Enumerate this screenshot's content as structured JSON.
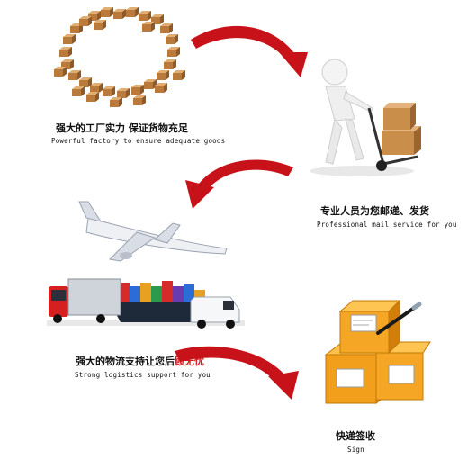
{
  "steps": [
    {
      "cn": "强大的工厂实力 保证货物充足",
      "en": "Powerful factory to ensure adequate goods"
    },
    {
      "cn": "专业人员为您邮递、发货",
      "en": "Professional mail service for you"
    },
    {
      "cn_main": "强大的物流支持让您后",
      "cn_highlight": "顾无忧",
      "en": "Strong logistics support for you"
    },
    {
      "cn": "快递签收",
      "en": "Sign"
    }
  ],
  "colors": {
    "arrow": "#c8121a",
    "box": "#c98e4a",
    "box_orange": "#f2a01c"
  }
}
